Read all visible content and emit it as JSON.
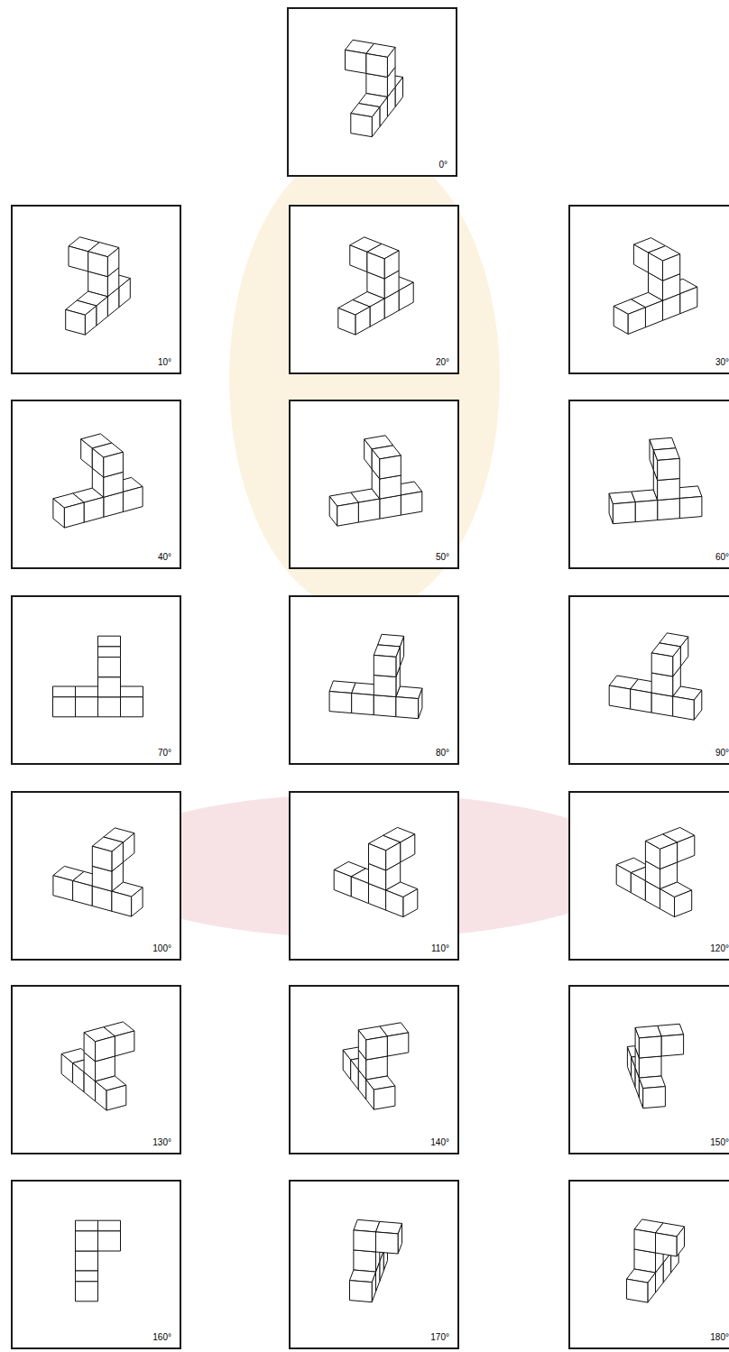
{
  "diagram": {
    "nodes": [
      {
        "text": [
          "0°"
        ]
      },
      {
        "text": [
          "10°"
        ]
      },
      {
        "text": [
          "20°"
        ]
      },
      {
        "text": [
          "30°"
        ]
      },
      {
        "text": [
          "40°"
        ]
      },
      {
        "text": [
          "50°"
        ]
      },
      {
        "text": [
          "60°"
        ]
      },
      {
        "text": [
          "70°"
        ]
      },
      {
        "text": [
          "80°"
        ]
      },
      {
        "text": [
          "90°"
        ]
      },
      {
        "text": [
          "100°"
        ]
      },
      {
        "text": [
          "110°"
        ]
      },
      {
        "text": [
          "120°"
        ]
      },
      {
        "text": [
          "130°"
        ]
      },
      {
        "text": [
          "140°"
        ]
      },
      {
        "text": [
          "150°"
        ]
      },
      {
        "text": [
          "160°"
        ]
      },
      {
        "text": [
          "170°"
        ]
      },
      {
        "text": [
          "180°"
        ]
      }
    ]
  }
}
